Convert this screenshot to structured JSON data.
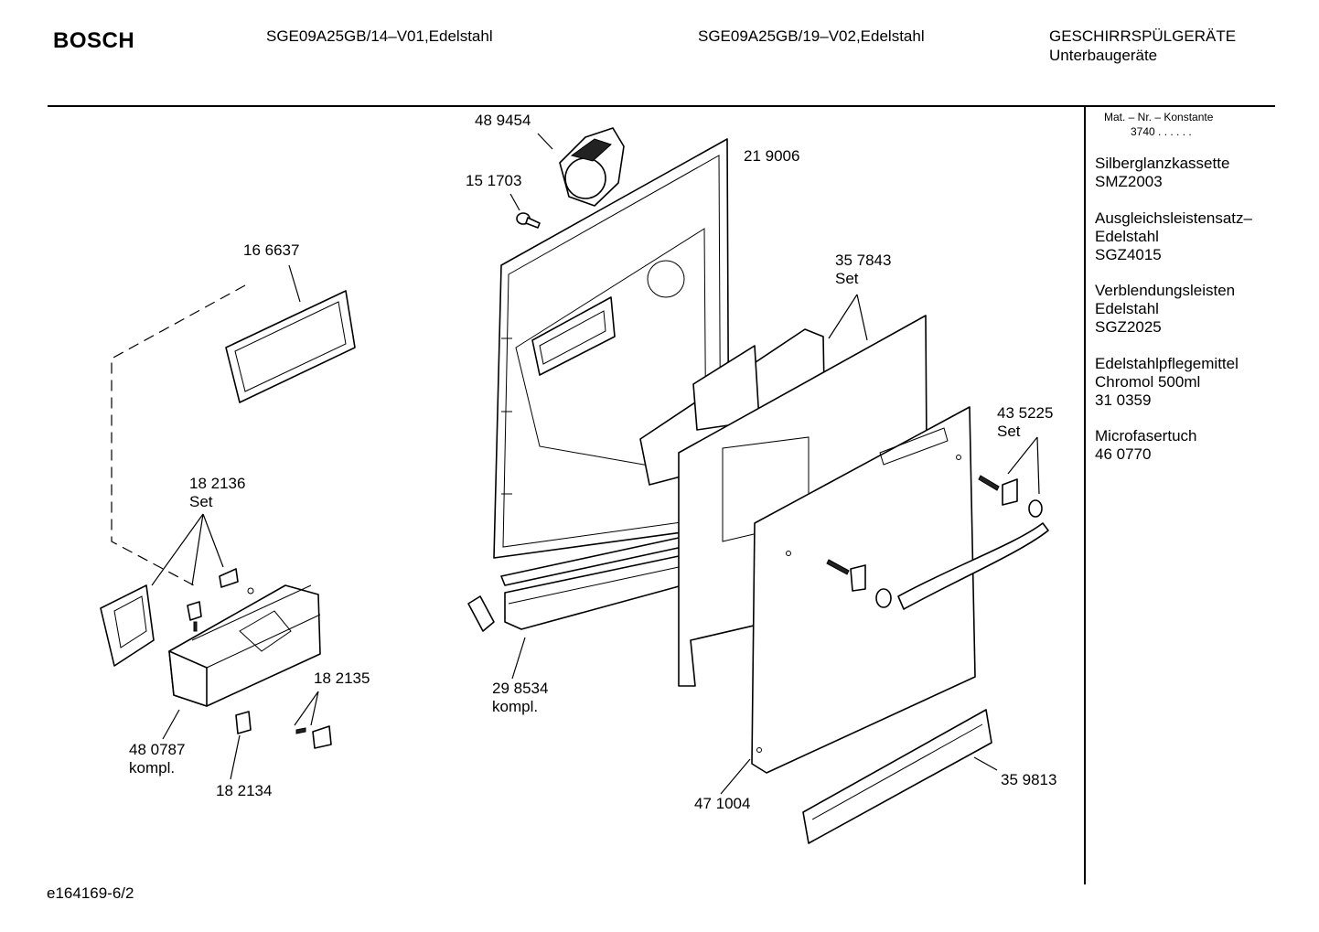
{
  "header": {
    "brand": "BOSCH",
    "model_1": "SGE09A25GB/14–V01,Edelstahl",
    "model_2": "SGE09A25GB/19–V02,Edelstahl",
    "category": "GESCHIRRSPÜLGERÄTE",
    "subcategory": "Unterbaugeräte"
  },
  "sidebar": {
    "mat_label": "Mat. – Nr. – Konstante",
    "mat_value": "3740  .  .    .  .  .  .",
    "accessories": [
      {
        "lines": [
          "Silberglanzkassette",
          "SMZ2003"
        ]
      },
      {
        "lines": [
          "Ausgleichsleistensatz–",
          "Edelstahl",
          "SGZ4015"
        ]
      },
      {
        "lines": [
          "Verblendungsleisten",
          "Edelstahl",
          "SGZ2025"
        ]
      },
      {
        "lines": [
          "Edelstahlpflegemittel",
          "Chromol  500ml",
          "31 0359"
        ]
      },
      {
        "lines": [
          "Microfasertuch",
          "46 0770"
        ]
      }
    ]
  },
  "parts": {
    "p489454": "48 9454",
    "p151703": "15 1703",
    "p219006": "21 9006",
    "p166637": "16 6637",
    "p357843": "35 7843",
    "p357843_sub": "Set",
    "p435225": "43 5225",
    "p435225_sub": "Set",
    "p182136": "18 2136",
    "p182136_sub": "Set",
    "p182135": "18 2135",
    "p298534": "29 8534",
    "p298534_sub": "kompl.",
    "p480787": "48 0787",
    "p480787_sub": "kompl.",
    "p182134": "18 2134",
    "p471004": "47 1004",
    "p359813": "35 9813"
  },
  "footer": {
    "drawing_id": "e164169-6/2"
  }
}
